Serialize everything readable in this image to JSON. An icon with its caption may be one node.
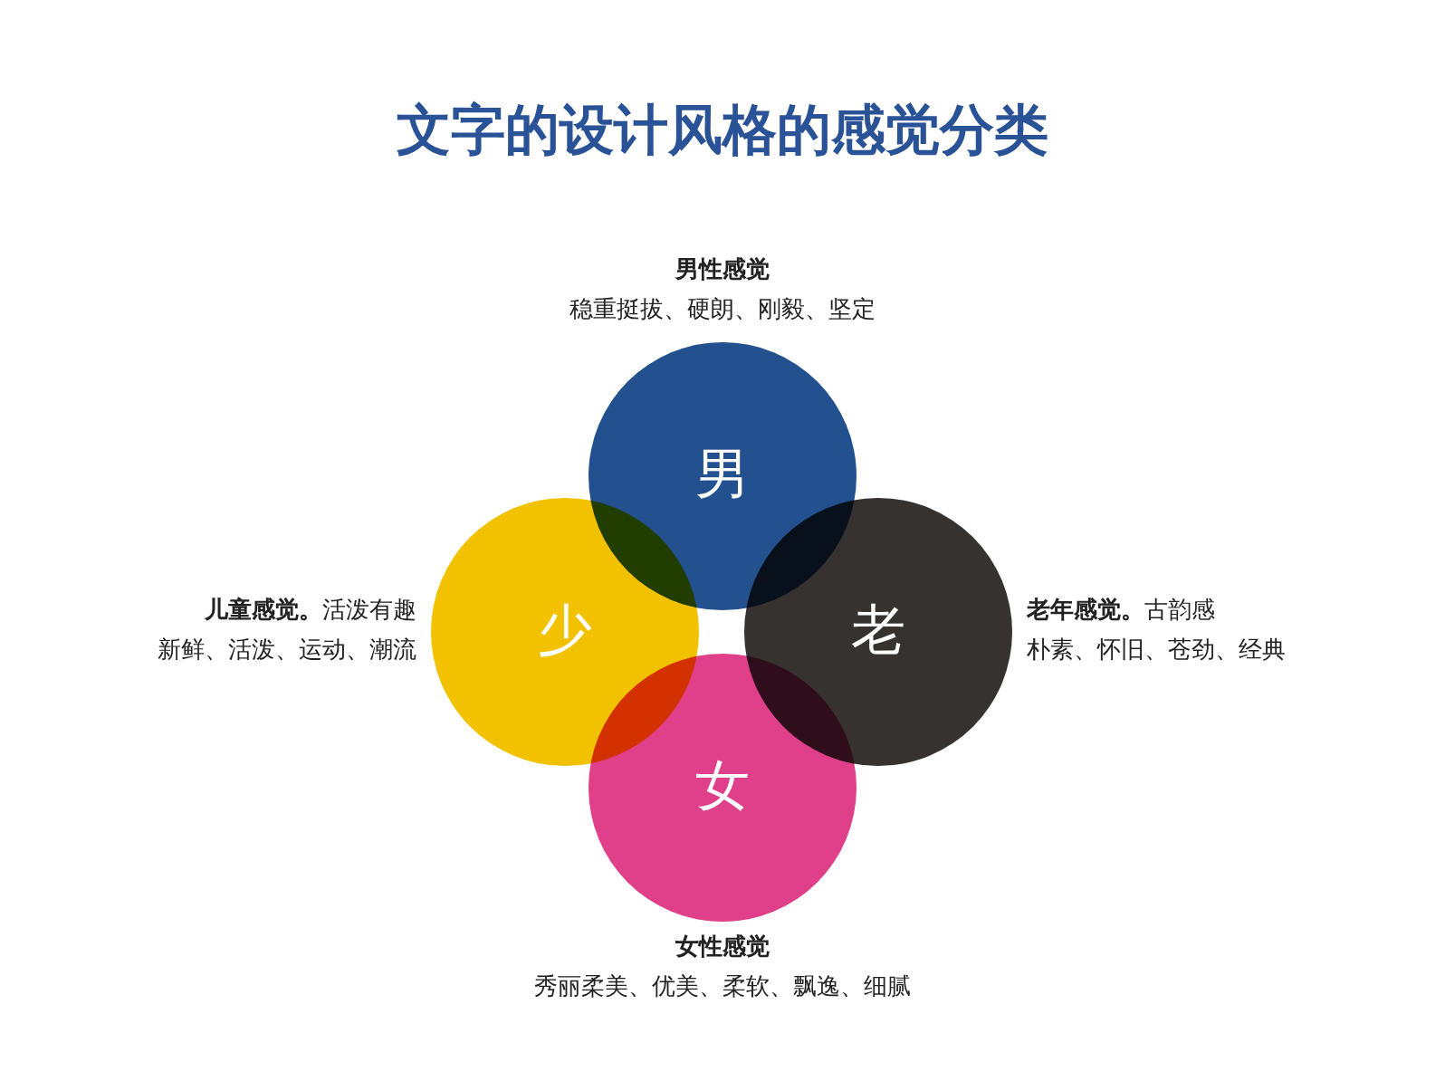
{
  "diagram": {
    "title": "文字的设计风格的感觉分类",
    "nodes": [
      {
        "text": [
          "男"
        ],
        "beside": [
          "男性感觉",
          "稳重挺拔、硬朗、刚毅、坚定"
        ]
      },
      {
        "text": [
          "少"
        ],
        "beside": [
          "**儿童感觉。**活泼有趣",
          "新鲜、活泼、运动、潮流"
        ]
      },
      {
        "text": [
          "老"
        ],
        "beside": [
          "**老年感觉。**古韵感",
          "朴素、怀旧、苍劲、经典"
        ]
      },
      {
        "text": [
          "女"
        ],
        "beside": [
          "女性感觉",
          "秀丽柔美、优美、柔软、飘逸、细腻"
        ]
      }
    ]
  }
}
